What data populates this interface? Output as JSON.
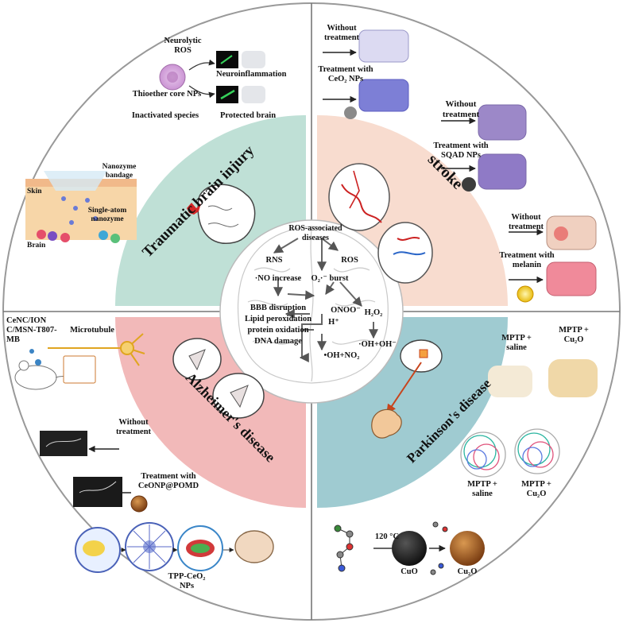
{
  "quadrants": {
    "tbi": {
      "title": "Traumatic brain injury",
      "color": "#bfe0d6"
    },
    "stroke": {
      "title": "stroke",
      "color": "#f8dccf"
    },
    "ad": {
      "title": "Alzheimer's disease",
      "color": "#f2b9b9"
    },
    "pd": {
      "title": "Parkinson's disease",
      "color": "#9fcbd1"
    }
  },
  "center": {
    "header": "ROS-associated diseases",
    "rns": "RNS",
    "ros": "ROS",
    "no": "·NO increase",
    "o2": "O₂·⁻ burst",
    "h": "H⁺",
    "onoo": "ONOO⁻",
    "h2o2": "H₂O₂",
    "oh_no2": "•OH+NO₂",
    "oh_oh": "·OH+OH⁻",
    "damage": [
      "BBB disruption",
      "Lipid peroxidation",
      "protein oxidation",
      "DNA damage"
    ]
  },
  "tbi_panel": {
    "neurolytic": "Neurolytic ROS",
    "neuroinflammation": "Neuroinflammation",
    "thioether": "Thioether core NPs",
    "inactivated": "Inactivated species",
    "protected": "Protected brain",
    "bandage": "Nanozyme bandage",
    "skin": "Skin",
    "single_atom": "Single-atom nanozyme",
    "brain": "Brain"
  },
  "stroke_panel": {
    "without1": "Without treatment",
    "ceo2": "Treatment with CeO₂ NPs",
    "without2": "Without treatment",
    "sqad": "Treatment with SQAD NPs",
    "without3": "Without treatment",
    "melanin": "Treatment with melanin"
  },
  "ad_panel": {
    "cenc": "CeNC/ION C/MSN-T807-MB",
    "microtubule": "Microtubule",
    "without": "Without treatment",
    "ceonp": "Treatment with CeONP@POMD",
    "tpp": "TPP-CeO₂ NPs"
  },
  "pd_panel": {
    "mptp_saline_1": "MPTP + saline",
    "mptp_cu2o_1": "MPTP + Cu₂O",
    "mptp_saline_2": "MPTP + saline",
    "mptp_cu2o_2": "MPTP + Cu₂O",
    "temp": "120 °C",
    "cuo": "CuO",
    "cu2o": "Cu₂O"
  }
}
